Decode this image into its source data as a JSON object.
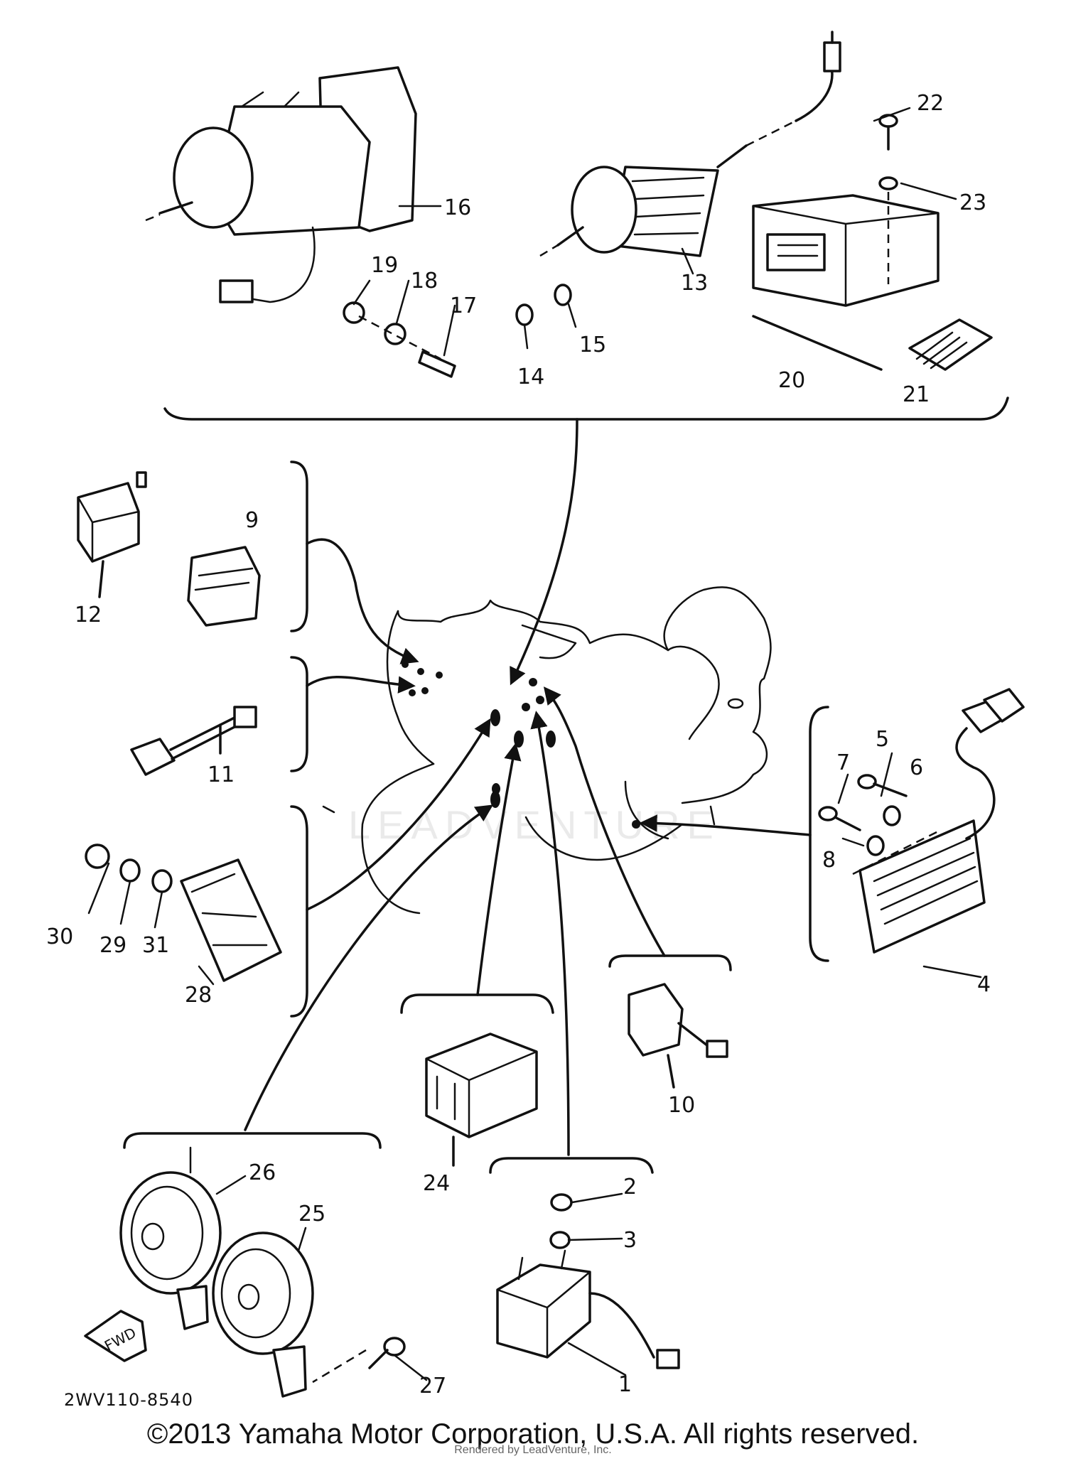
{
  "diagram": {
    "callouts": [
      "1",
      "2",
      "3",
      "4",
      "5",
      "6",
      "7",
      "8",
      "9",
      "10",
      "11",
      "12",
      "13",
      "14",
      "15",
      "16",
      "17",
      "18",
      "19",
      "20",
      "21",
      "22",
      "23",
      "24",
      "25",
      "26",
      "27",
      "28",
      "29",
      "30",
      "31"
    ],
    "drawing_code": "2WV110-8540",
    "fwd_label": "FWD",
    "watermark": "LEADVENTURE"
  },
  "footer": {
    "copyright": "©2013 Yamaha Motor Corporation, U.S.A. All rights reserved.",
    "rendered_by": "Rendered by LeadVenture, Inc."
  }
}
